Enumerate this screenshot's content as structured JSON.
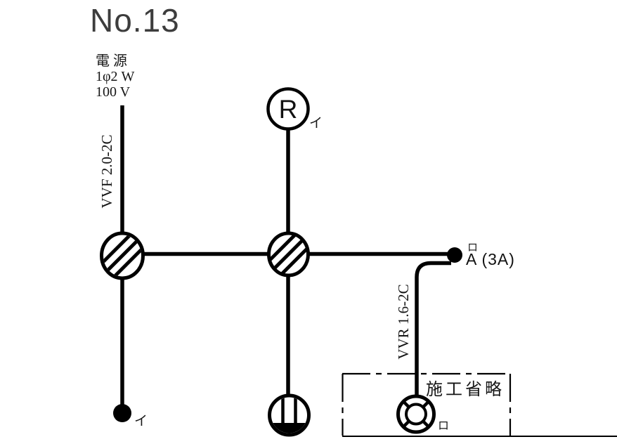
{
  "page": {
    "title": "No.13"
  },
  "power_source": {
    "name": "電 源",
    "phase": "1φ2 W",
    "voltage": "100 V"
  },
  "cables": {
    "vvf": "VVF 2.0-2C",
    "vvr": "VVR 1.6-2C"
  },
  "symbols": {
    "lamp_receptacle": {
      "letter": "R",
      "circuit": "イ"
    },
    "switch": {
      "circuit": "イ"
    },
    "auto_switch": {
      "circuit": "ロ",
      "rating": "A (3A)"
    },
    "outdoor_light": {
      "circuit": "ロ"
    },
    "omission_box": {
      "label": "施工省略"
    }
  },
  "colors": {
    "line": "#000000",
    "title": "#3d3d3d",
    "text": "#161616",
    "background": "#ffffff"
  }
}
